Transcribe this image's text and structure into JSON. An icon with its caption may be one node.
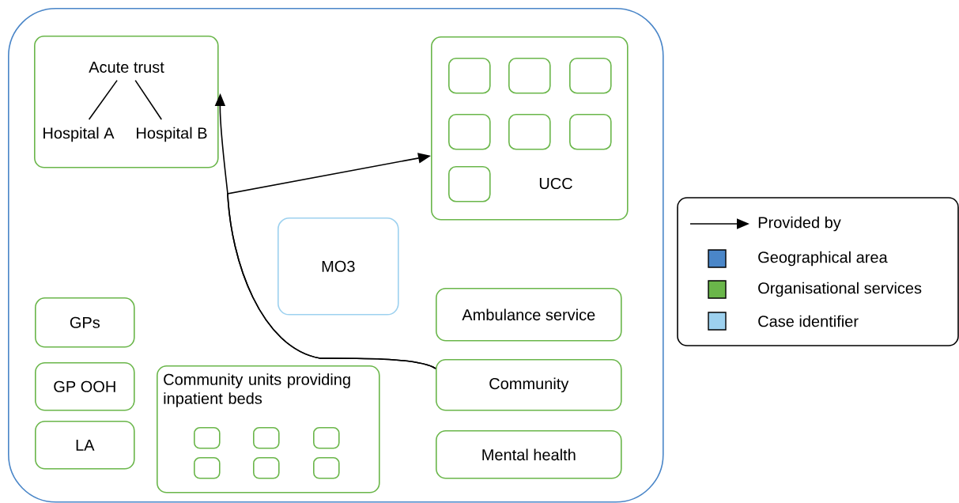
{
  "diagram": {
    "nodes": [
      {
        "text": [],
        "shape": "box"
      },
      {
        "text": [],
        "shape": "box",
        "in": 0
      },
      {
        "text": [
          "Acute trust"
        ],
        "in": 1
      },
      {
        "text": [
          "Hospital A"
        ],
        "in": 1
      },
      {
        "text": [
          "Hospital B"
        ],
        "in": 1
      },
      {
        "text": [
          "UCC"
        ],
        "in": 0
      },
      {
        "text": [],
        "shape": "box",
        "in": 5
      },
      {
        "text": [],
        "shape": "box",
        "in": 5
      },
      {
        "text": [],
        "shape": "box",
        "in": 5
      },
      {
        "text": [],
        "shape": "box",
        "in": 5
      },
      {
        "text": [],
        "shape": "box",
        "in": 5
      },
      {
        "text": [],
        "shape": "box",
        "in": 5
      },
      {
        "text": [],
        "shape": "box",
        "in": 5
      },
      {
        "text": [
          "MO3"
        ],
        "in": 0
      },
      {
        "text": [
          "GPs"
        ],
        "in": 0
      },
      {
        "text": [
          "GP OOH"
        ],
        "in": 0
      },
      {
        "text": [
          "LA"
        ],
        "in": 0
      },
      {
        "text": [
          "Community units providing inpatient beds"
        ],
        "in": 0
      },
      {
        "text": [],
        "shape": "box",
        "in": 17
      },
      {
        "text": [],
        "shape": "box",
        "in": 17
      },
      {
        "text": [],
        "shape": "box",
        "in": 17
      },
      {
        "text": [],
        "shape": "box",
        "in": 17
      },
      {
        "text": [],
        "shape": "box",
        "in": 17
      },
      {
        "text": [],
        "shape": "box",
        "in": 17
      },
      {
        "text": [
          "Ambulance service"
        ],
        "in": 0
      },
      {
        "text": [
          "Community"
        ],
        "in": 0
      },
      {
        "text": [
          "Mental health"
        ],
        "in": 0
      }
    ],
    "edges": [
      {
        "from": 2,
        "to": 3,
        "arrow": "none"
      },
      {
        "from": 2,
        "to": 4,
        "arrow": "none"
      },
      {
        "from": 25,
        "to": 1,
        "arrow": "to"
      },
      {
        "from": 25,
        "to": 5,
        "arrow": "to"
      }
    ],
    "legend": [
      {
        "text": "Provided by"
      },
      {
        "text": "Geographical area",
        "color": "#4a86c8"
      },
      {
        "text": "Organisational services",
        "color": "#6ab64a"
      },
      {
        "text": "Case identifier",
        "color": "#9dd1ef"
      }
    ]
  }
}
